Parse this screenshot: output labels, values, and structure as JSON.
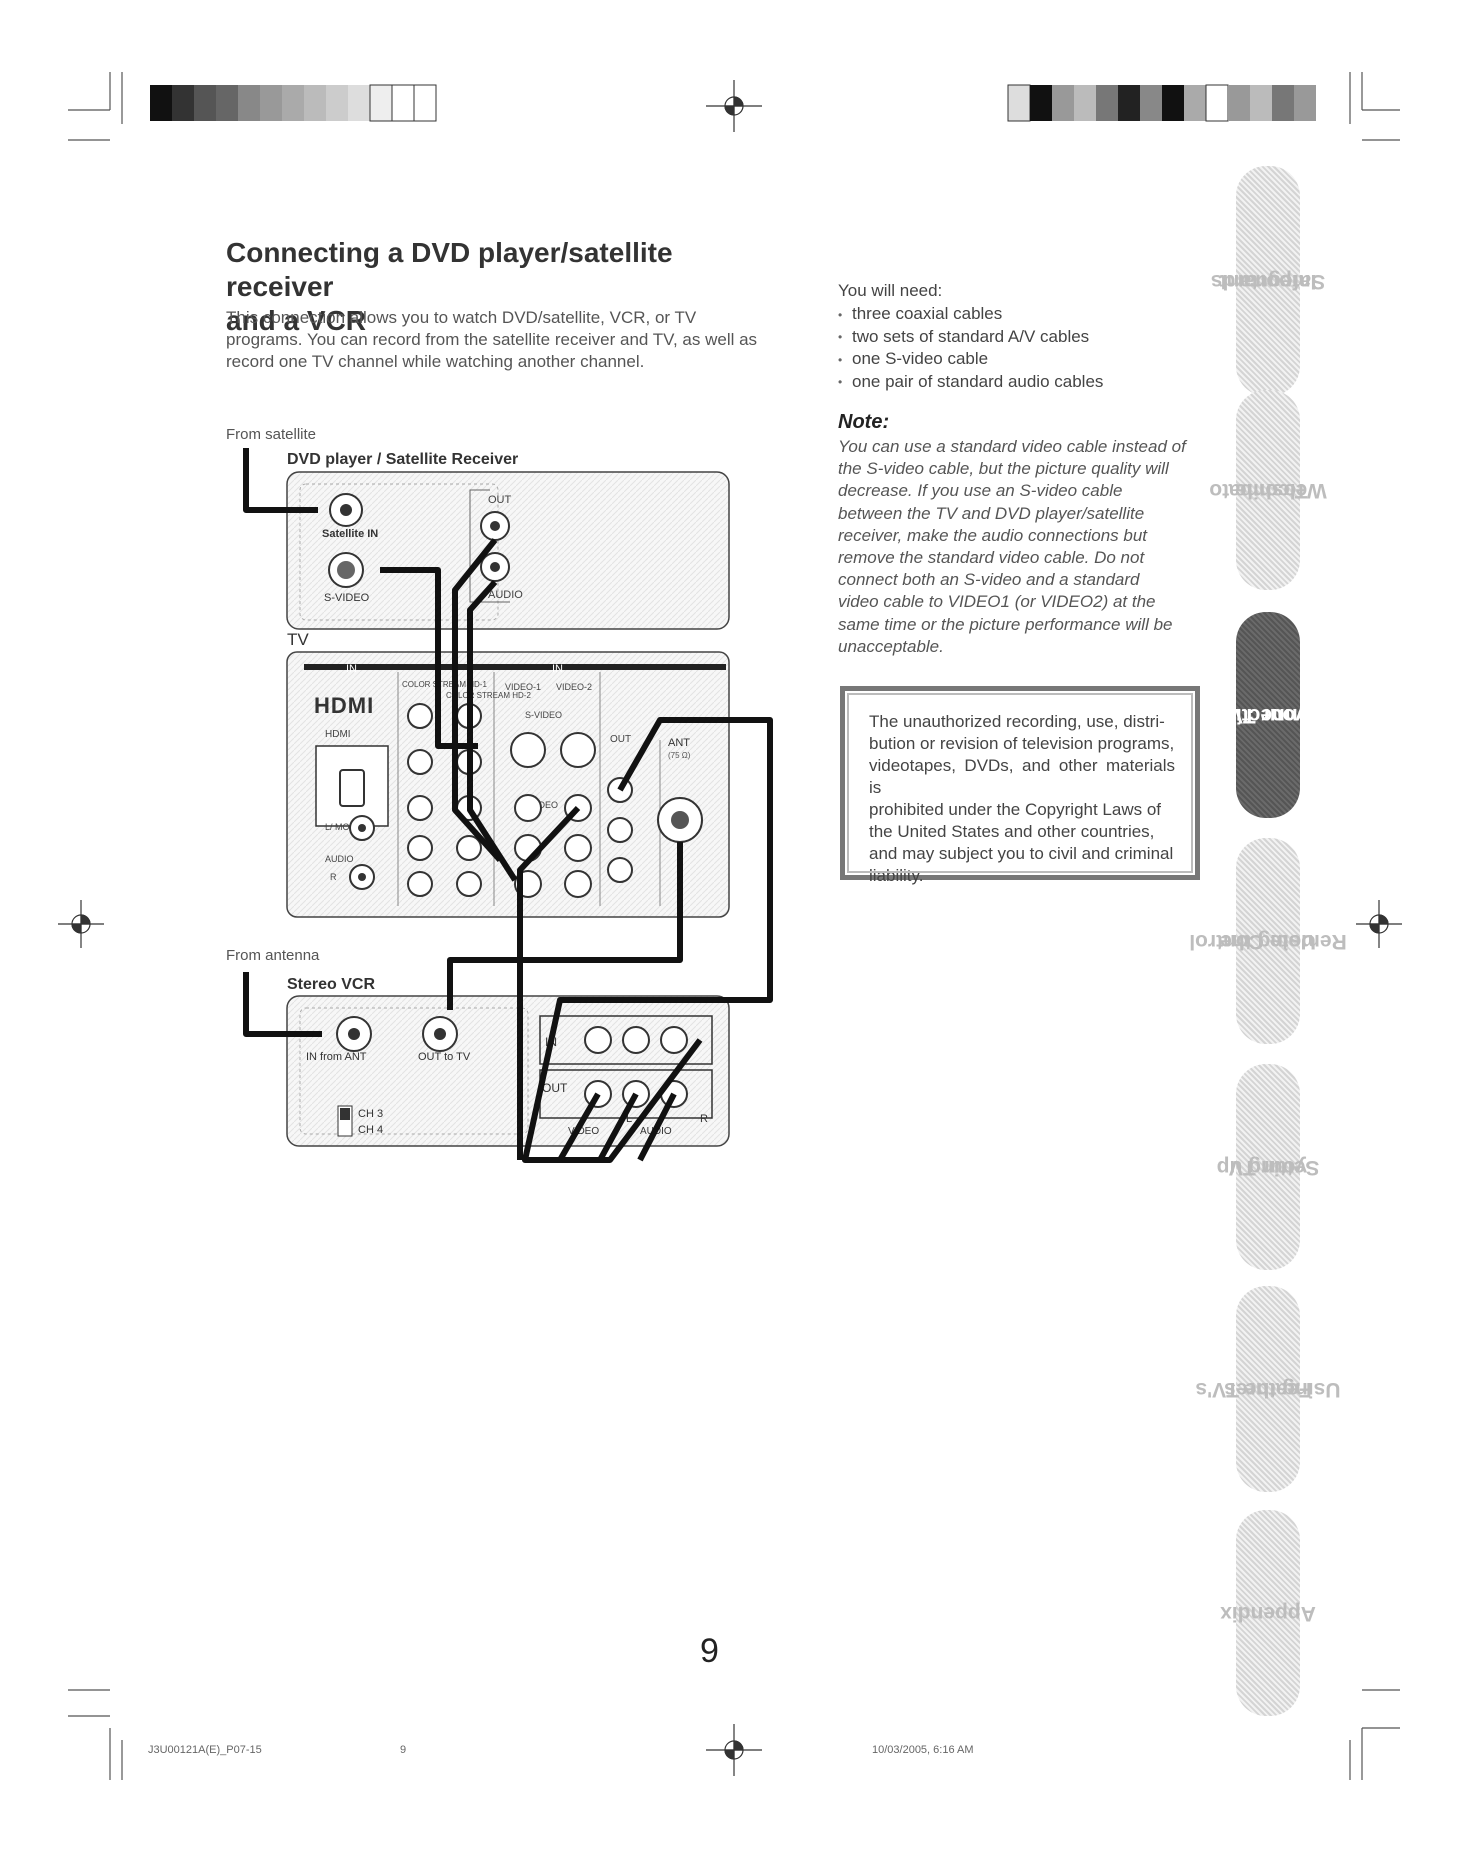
{
  "heading": {
    "title_line1": "Connecting a DVD player/satellite receiver",
    "title_line2": "and a VCR"
  },
  "intro": {
    "line1": "This connection allows you to watch DVD/satellite, VCR, or TV",
    "line2": "programs. You can record from the satellite receiver and TV, as well as",
    "line3": "record one TV channel while watching another channel."
  },
  "needs": {
    "heading": "You will need:",
    "items": [
      "three coaxial cables",
      "two sets of standard A/V cables",
      "one S-video cable",
      "one pair of standard audio cables"
    ]
  },
  "note": {
    "heading": "Note:",
    "lines": [
      "You can use a standard video cable instead of",
      "the S-video cable, but the picture quality will",
      "decrease. If you use an S-video cable",
      "between the TV and DVD player/satellite",
      "receiver, make the audio connections but",
      "remove the standard video cable. Do not",
      "connect both an S-video and a standard",
      "video cable to VIDEO1 (or VIDEO2) at the",
      "same time or the picture performance will be",
      "unacceptable."
    ]
  },
  "copyright": {
    "lines": [
      "The unauthorized recording, use, distri-",
      "bution or revision of television programs,",
      "videotapes, DVDs, and other materials is",
      "prohibited under the Copyright Laws of",
      "the United States and other countries,",
      "and may subject you to civil and criminal",
      "liability."
    ]
  },
  "diagram": {
    "from_satellite": "From satellite",
    "dvd_label": "DVD player / Satellite Receiver",
    "satellite_in": "Satellite IN",
    "svideo": "S-VIDEO",
    "out": "OUT",
    "audio": "AUDIO",
    "tv_label": "TV",
    "in": "IN",
    "hdmi_logo": "HDMI",
    "hdmi": "HDMI",
    "color_stream_hd1": "COLOR STREAM HD-1",
    "color_stream_hd2": "COLOR STREAM HD-2",
    "video1": "VIDEO-1",
    "video2": "VIDEO-2",
    "tv_svideo": "S-VIDEO",
    "video": "VIDEO",
    "l_mono": "L/ MONO",
    "audio_small": "AUDIO",
    "r": "R",
    "l": "L",
    "tv_out": "OUT",
    "ant": "ANT",
    "ant75": "(75 Ω)",
    "from_antenna": "From antenna",
    "vcr_label": "Stereo VCR",
    "in_from_ant": "IN from ANT",
    "out_to_tv": "OUT to TV",
    "ch3": "CH 3",
    "ch4": "CH 4",
    "vcr_in": "IN",
    "vcr_out": "OUT",
    "vcr_video": "VIDEO",
    "vcr_audio": "AUDIO",
    "vcr_l": "L",
    "vcr_r": "R"
  },
  "tabs": [
    {
      "label_line1": "Important",
      "label_line2": "Safeguards",
      "active": false
    },
    {
      "label_line1": "Welcome to",
      "label_line2": "Toshiba",
      "active": false
    },
    {
      "label_line1": "Connecting",
      "label_line2": "your TV",
      "active": true
    },
    {
      "label_line1": "Using the",
      "label_line2": "Remote Control",
      "active": false
    },
    {
      "label_line1": "Setting up",
      "label_line2": "your TV",
      "active": false
    },
    {
      "label_line1": "Using the TV's",
      "label_line2": "Features",
      "active": false
    },
    {
      "label_line1": "Appendix",
      "label_line2": "",
      "active": false
    }
  ],
  "page_number": "9",
  "footer": {
    "file": "J3U00121A(E)_P07-15",
    "page": "9",
    "date": "10/03/2005, 6:16 AM"
  }
}
